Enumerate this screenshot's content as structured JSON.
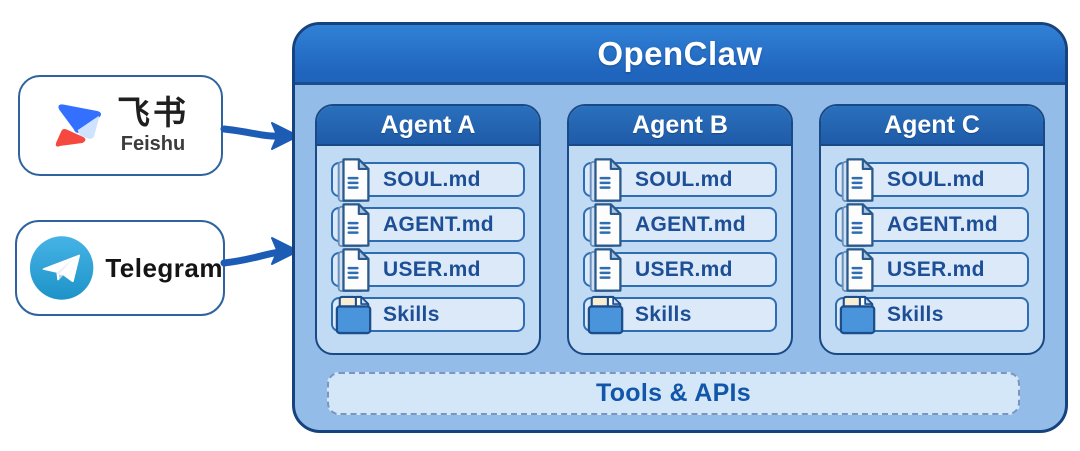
{
  "sources": {
    "feishu": {
      "title": "飞书",
      "subtitle": "Feishu"
    },
    "telegram": {
      "title": "Telegram"
    }
  },
  "openclaw": {
    "title": "OpenClaw",
    "tools_label": "Tools & APIs",
    "agents": [
      {
        "label": "Agent A",
        "files": [
          "SOUL.md",
          "AGENT.md",
          "USER.md"
        ],
        "folder": "Skills"
      },
      {
        "label": "Agent B",
        "files": [
          "SOUL.md",
          "AGENT.md",
          "USER.md"
        ],
        "folder": "Skills"
      },
      {
        "label": "Agent C",
        "files": [
          "SOUL.md",
          "AGENT.md",
          "USER.md"
        ],
        "folder": "Skills"
      }
    ]
  },
  "icons": {
    "feishu": "feishu-logo-icon",
    "telegram": "telegram-logo-icon",
    "document": "document-icon",
    "folder": "folder-icon",
    "arrows": "arrow-right-icon"
  },
  "colors": {
    "header_blue": "#2268c4",
    "panel_header_blue": "#2264b0",
    "container_body": "#93bce9",
    "panel_body": "#c1dbf4",
    "row_fill": "#dce9f9",
    "row_border": "#2f6db2",
    "row_text": "#1d4f96",
    "arrow_blue": "#1d5cb4",
    "outline_navy": "#16427e",
    "tools_fill": "#d4e7f9",
    "tools_text": "#1256aa",
    "feishu_blue": "#3370ff",
    "feishu_red": "#f5483f",
    "telegram_blue": "#33a3dc",
    "folder_blue": "#4a94dc",
    "folder_tab_cream": "#f9edd2"
  }
}
